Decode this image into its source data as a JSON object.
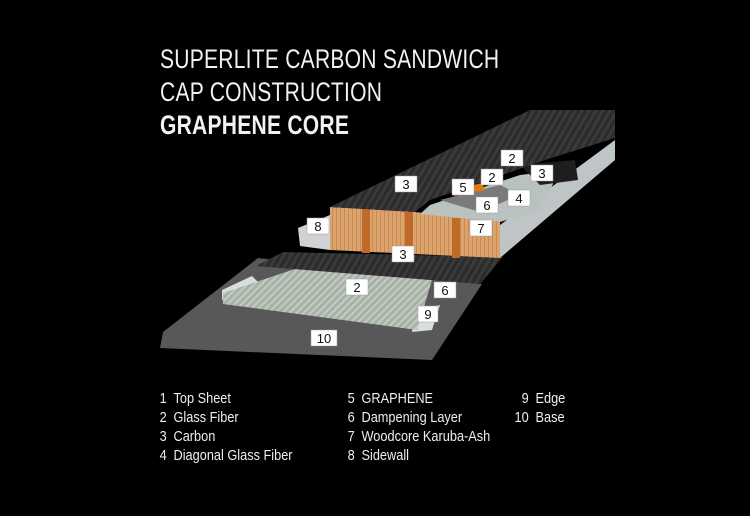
{
  "title": {
    "line1": "SUPERLITE CARBON SANDWICH",
    "line2": "CAP CONSTRUCTION",
    "line3": "GRAPHENE CORE"
  },
  "callouts": [
    "3",
    "2",
    "2",
    "3",
    "5",
    "4",
    "6",
    "8",
    "7",
    "3",
    "2",
    "6",
    "9",
    "10"
  ],
  "legend": [
    {
      "num": "1",
      "label": "Top Sheet"
    },
    {
      "num": "2",
      "label": "Glass Fiber"
    },
    {
      "num": "3",
      "label": "Carbon"
    },
    {
      "num": "4",
      "label": "Diagonal Glass Fiber"
    },
    {
      "num": "5",
      "label": "GRAPHENE"
    },
    {
      "num": "6",
      "label": "Dampening Layer"
    },
    {
      "num": "7",
      "label": "Woodcore Karuba-Ash"
    },
    {
      "num": "8",
      "label": "Sidewall"
    },
    {
      "num": "9",
      "label": "Edge"
    },
    {
      "num": "10",
      "label": "Base"
    }
  ],
  "colors": {
    "background": "#000000",
    "wood": "#d9a06a",
    "carbon": "#2a2a2a",
    "glass": "#a9b3a8",
    "base": "#555555",
    "graphene": "#e07a10"
  }
}
